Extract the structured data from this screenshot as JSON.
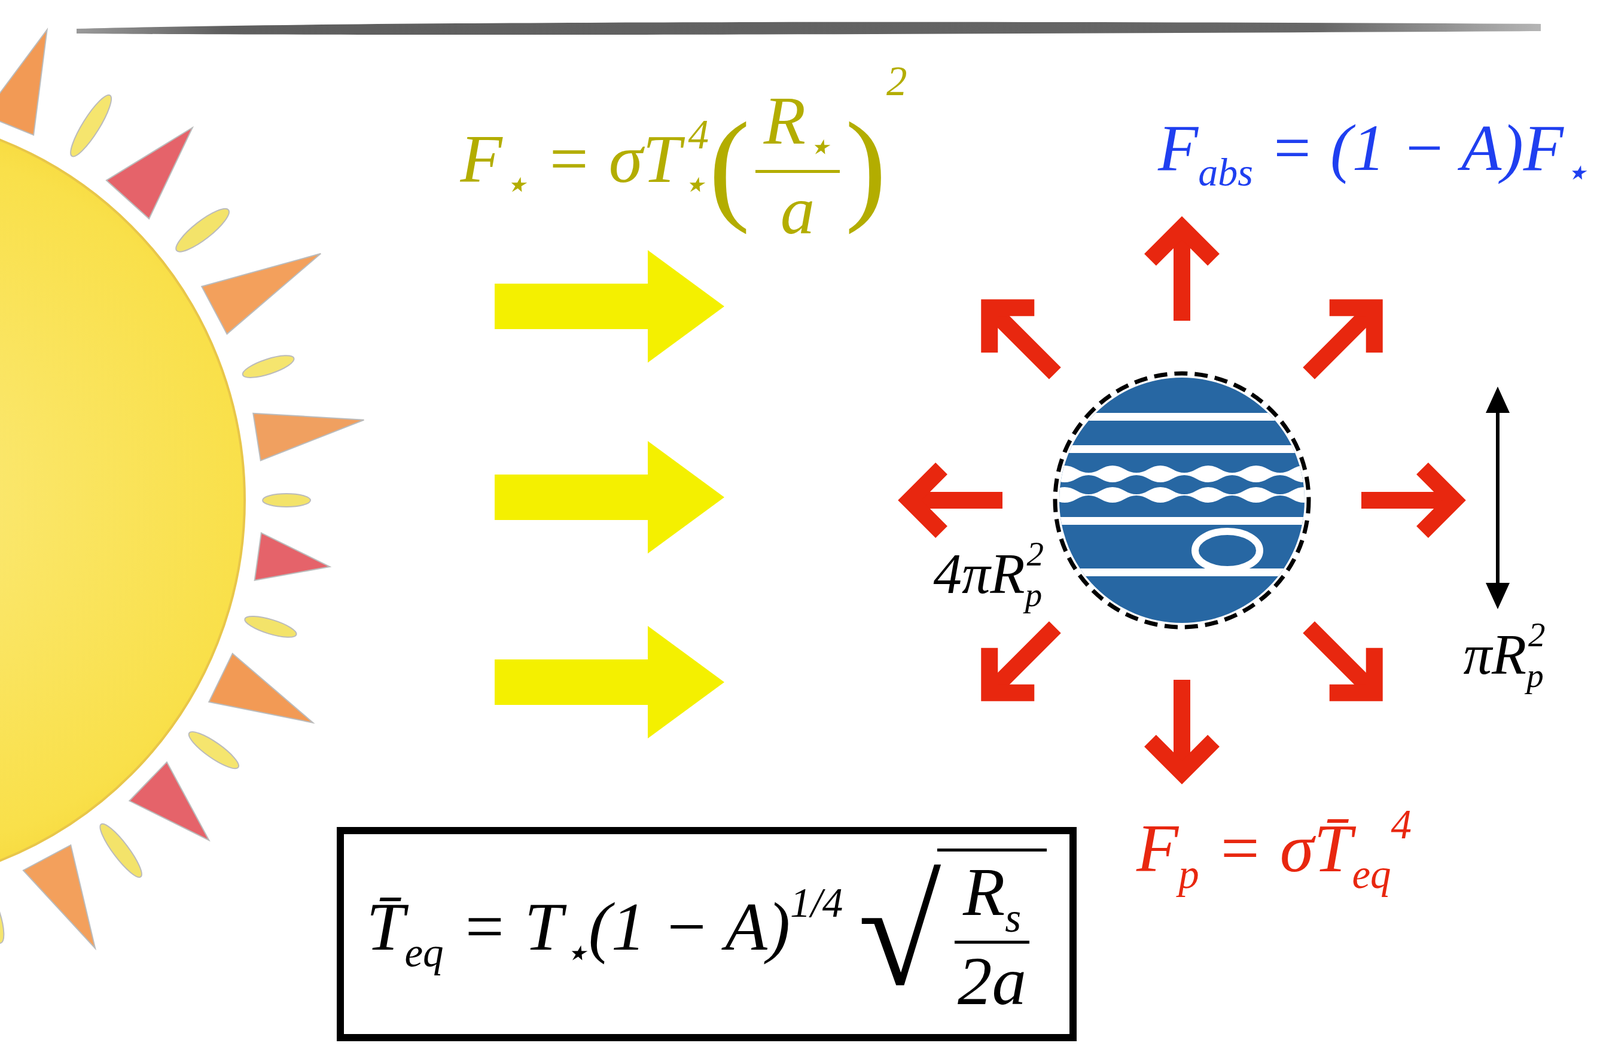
{
  "diagram": {
    "nodes": [
      {
        "text": [
          "T̄eq = T⋆(1 − A)1/4√Rs2a"
        ]
      }
    ],
    "labels": [
      "F⋆ = σT⋆4(R⋆a)2",
      "Fabs = (1 − A)F⋆",
      "4πRp2",
      "πRp2",
      "Fp = σT̄eq4"
    ]
  }
}
